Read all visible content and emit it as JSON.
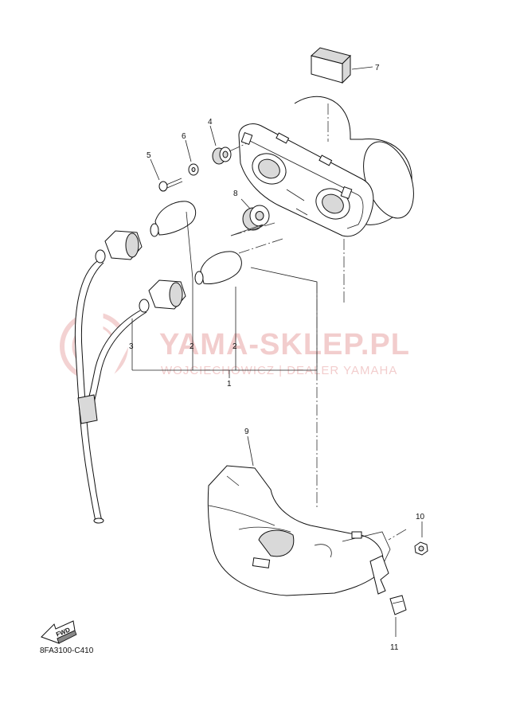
{
  "diagram": {
    "drawing_code": "8FA3100-C410",
    "fwd_label": "FWD",
    "watermark": {
      "title": "YAMA-SKLEP.PL",
      "subtitle": "WOJCIECHOWICZ | DEALER YAMAHA"
    },
    "callouts": [
      {
        "id": "c1",
        "label": "1"
      },
      {
        "id": "c2a",
        "label": "2"
      },
      {
        "id": "c2b",
        "label": "2"
      },
      {
        "id": "c3",
        "label": "3"
      },
      {
        "id": "c4",
        "label": "4"
      },
      {
        "id": "c5",
        "label": "5"
      },
      {
        "id": "c6",
        "label": "6"
      },
      {
        "id": "c7",
        "label": "7"
      },
      {
        "id": "c8",
        "label": "8"
      },
      {
        "id": "c9",
        "label": "9"
      },
      {
        "id": "c10",
        "label": "10"
      },
      {
        "id": "c11",
        "label": "11"
      }
    ]
  }
}
